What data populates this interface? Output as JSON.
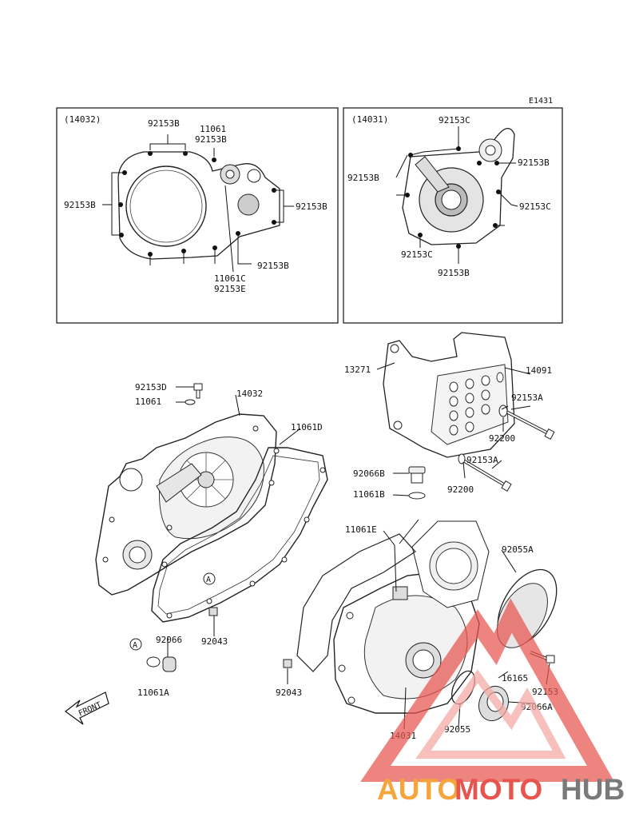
{
  "diagram_code": "E1431",
  "inset_left": {
    "ref": "(14032)",
    "labels": {
      "top": "92153B",
      "top_r1": "11061",
      "top_r2": "92153B",
      "left": "92153B",
      "right": "92153B",
      "bottom_r": "92153B",
      "bottom1": "11061C",
      "bottom2": "92153E"
    }
  },
  "inset_right": {
    "ref": "(14031)",
    "labels": {
      "top": "92153C",
      "left": "92153B",
      "right1": "92153B",
      "right2": "92153C",
      "bottom_l": "92153C",
      "bottom": "92153B"
    }
  },
  "parts": {
    "p13271": "13271",
    "p14091": "14091",
    "p92153A_1": "92153A",
    "p92200_1": "92200",
    "p92153A_2": "92153A",
    "p92200_2": "92200",
    "p92153D": "92153D",
    "p11061": "11061",
    "p14032": "14032",
    "p11061D": "11061D",
    "p92066B": "92066B",
    "p11061B": "11061B",
    "p11061E": "11061E",
    "p92055A": "92055A",
    "p92066": "92066",
    "p92043_1": "92043",
    "p11061A": "11061A",
    "p92043_2": "92043",
    "p16165": "16165",
    "p92153": "92153",
    "p92066A": "92066A",
    "p14031": "14031",
    "p92055": "92055",
    "marker_a": "A",
    "front": "FRONT"
  },
  "watermark": {
    "part1": "AUTO",
    "part2": "MOTO",
    "part3": "HUB",
    "colors": {
      "orange": "#f6a43c",
      "red": "#e8554e",
      "gray": "#7a7a7a"
    }
  }
}
